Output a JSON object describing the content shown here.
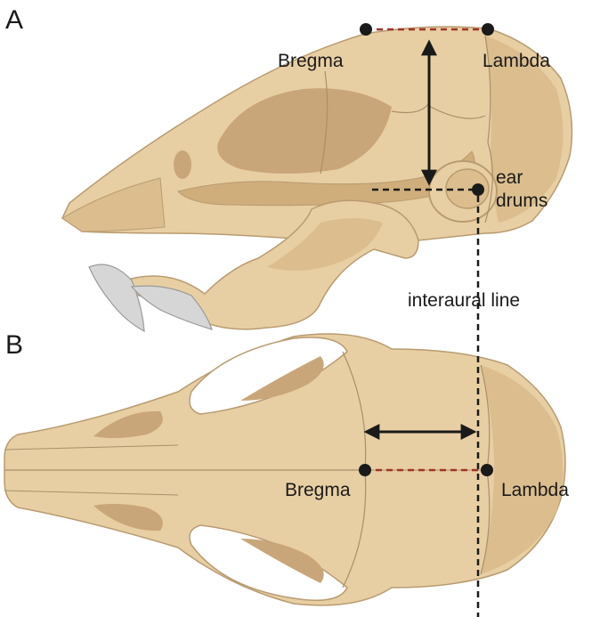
{
  "panels": {
    "a": "A",
    "b": "B"
  },
  "labels": {
    "bregma_top": "Bregma",
    "lambda_top": "Lambda",
    "ear_line1": "ear",
    "ear_line2": "drums",
    "interaural": "interaural line",
    "bregma_bottom": "Bregma",
    "lambda_bottom": "Lambda"
  },
  "colors": {
    "bone": "#E8CFA3",
    "bone_mid": "#DCBE8E",
    "bone_dark": "#CFAE7C",
    "cavity": "#C9A679",
    "suture": "#A88F6A",
    "tooth": "#D6D6D6",
    "dashed_red": "#A0342B",
    "ink": "#1A1A1A"
  }
}
